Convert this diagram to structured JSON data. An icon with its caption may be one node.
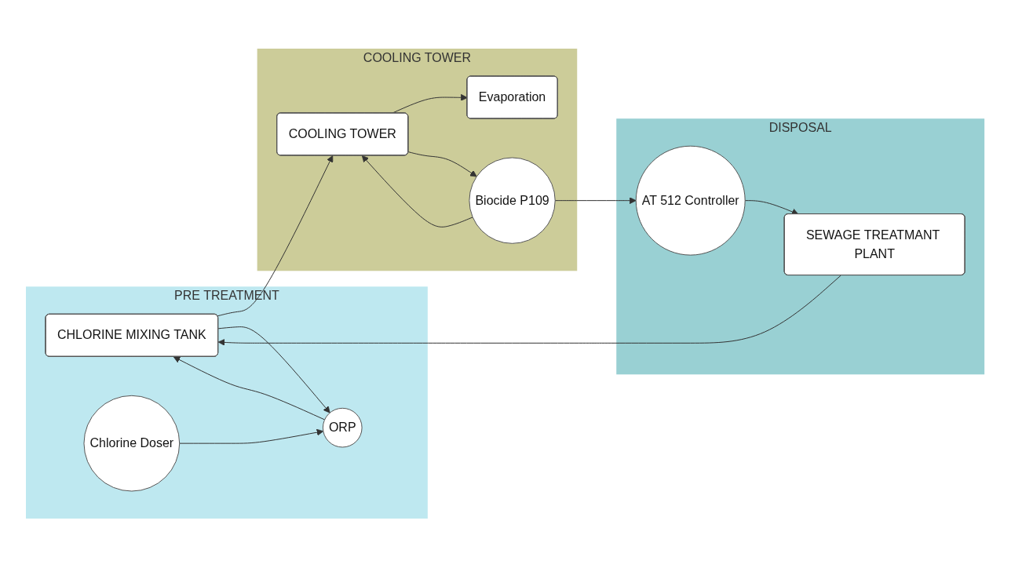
{
  "diagram": {
    "nodes": [
      {
        "text": [
          "PRE TREATMENT"
        ]
      },
      {
        "text": [
          "CHLORINE MIXING TANK"
        ],
        "in": 0
      },
      {
        "text": [
          "Chlorine Doser"
        ],
        "in": 0
      },
      {
        "text": [
          "ORP"
        ],
        "in": 0
      },
      {
        "text": [
          "COOLING TOWER"
        ]
      },
      {
        "text": [
          "Evaporation"
        ],
        "in": 4
      },
      {
        "text": [
          "COOLING TOWER"
        ],
        "in": 4
      },
      {
        "text": [
          "Biocide P109"
        ],
        "in": 4
      },
      {
        "text": [
          "DISPOSAL"
        ]
      },
      {
        "text": [
          "SEWAGE TREATMANT PLANT"
        ],
        "in": 8
      },
      {
        "text": [
          "AT 512 Controller"
        ],
        "in": 8
      }
    ],
    "edges": [
      {
        "from": 9,
        "to": 1,
        "arrow": "to"
      },
      {
        "from": 1,
        "to": 6,
        "arrow": "to"
      },
      {
        "from": 1,
        "to": 3,
        "arrow": "to"
      },
      {
        "from": 3,
        "to": 1,
        "arrow": "to"
      },
      {
        "from": 2,
        "to": 3,
        "arrow": "to"
      },
      {
        "from": 6,
        "to": 5,
        "arrow": "to"
      },
      {
        "from": 6,
        "to": 7,
        "arrow": "to"
      },
      {
        "from": 7,
        "to": 6,
        "arrow": "to"
      },
      {
        "from": 7,
        "to": 10,
        "arrow": "to"
      },
      {
        "from": 10,
        "to": 9,
        "arrow": "to"
      }
    ]
  }
}
